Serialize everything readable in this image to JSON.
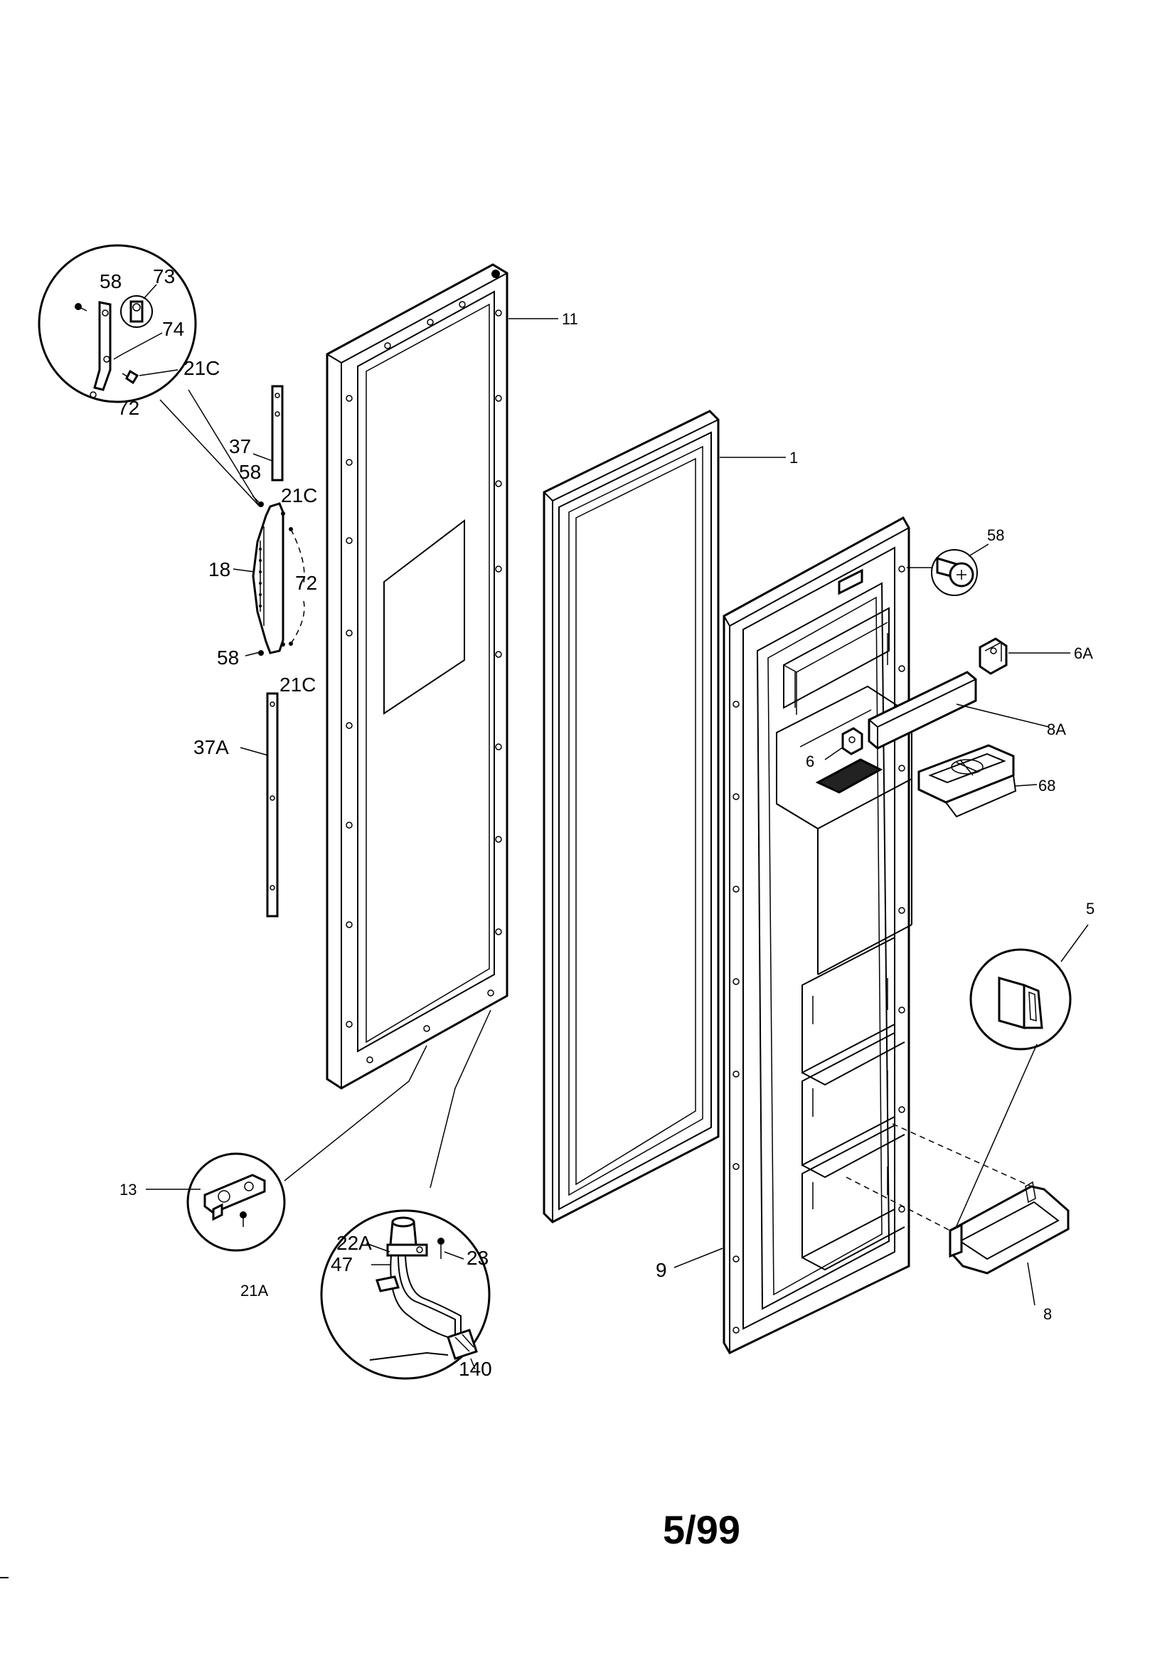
{
  "callouts": {
    "p58_detail": "58",
    "p73": "73",
    "p74": "74",
    "p21c_detail": "21C",
    "p72_detail": "72",
    "p37": "37",
    "p58_a": "58",
    "p21c_a": "21C",
    "p18": "18",
    "p72_b": "72",
    "p58_b": "58",
    "p21c_b": "21C",
    "p37a": "37A",
    "p11": "11",
    "p1": "1",
    "p58_right": "58",
    "p6a": "6A",
    "p8a": "8A",
    "p6": "6",
    "p68": "68",
    "p5": "5",
    "p13": "13",
    "p21a": "21A",
    "p22a": "22A",
    "p47": "47",
    "p23": "23",
    "p140": "140",
    "p9": "9",
    "p8": "8"
  },
  "footer": {
    "page_code": "5/99"
  }
}
